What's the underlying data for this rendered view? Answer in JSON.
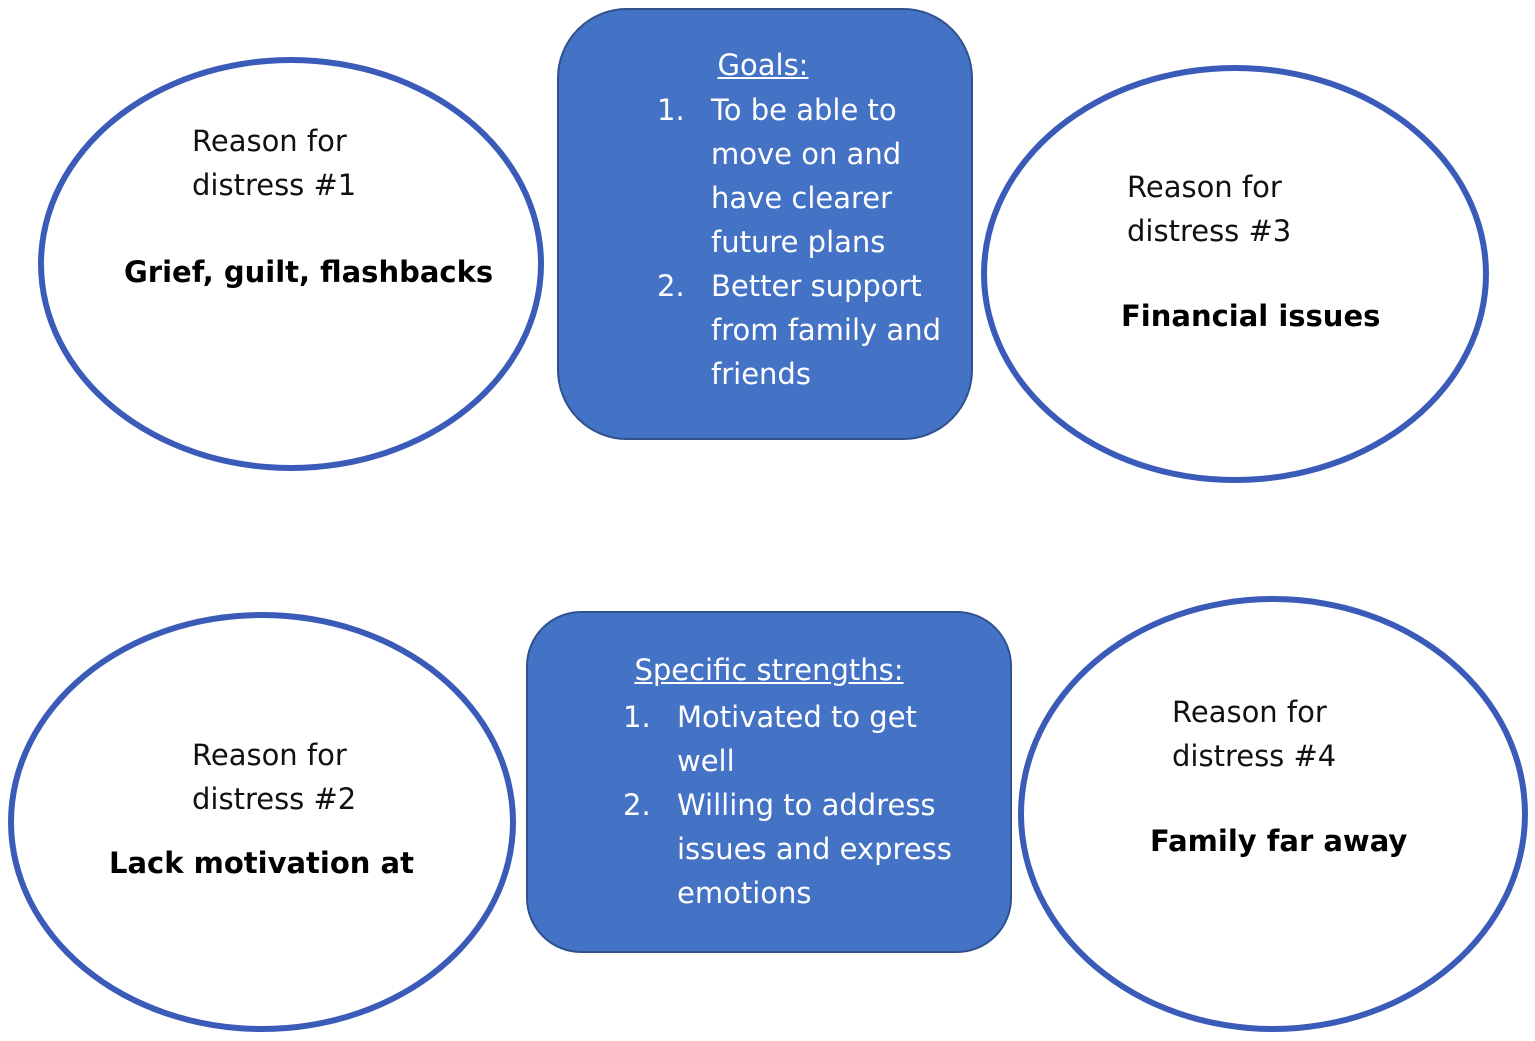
{
  "goals": {
    "title": "Goals:",
    "items": [
      {
        "number": "1.",
        "text": "To be able to move on and have clearer future plans"
      },
      {
        "number": "2.",
        "text": "Better support from family and friends"
      }
    ]
  },
  "strengths": {
    "title": "Specific strengths:",
    "items": [
      {
        "number": "1.",
        "text": "Motivated to get well"
      },
      {
        "number": "2.",
        "text": "Willing to address issues and express emotions"
      }
    ]
  },
  "reasons": [
    {
      "label_line1": "Reason for",
      "label_line2": "distress #1",
      "issue": "Grief, guilt, flashbacks"
    },
    {
      "label_line1": "Reason for",
      "label_line2": "distress #2",
      "issue": "Lack motivation at"
    },
    {
      "label_line1": "Reason for",
      "label_line2": "distress #3",
      "issue": "Financial issues"
    },
    {
      "label_line1": "Reason for",
      "label_line2": "distress #4",
      "issue": "Family far away"
    }
  ],
  "colors": {
    "box_fill": "#4472c4",
    "box_border": "#2f528f",
    "ellipse_border": "#3b5bb8",
    "box_text": "#ffffff"
  }
}
